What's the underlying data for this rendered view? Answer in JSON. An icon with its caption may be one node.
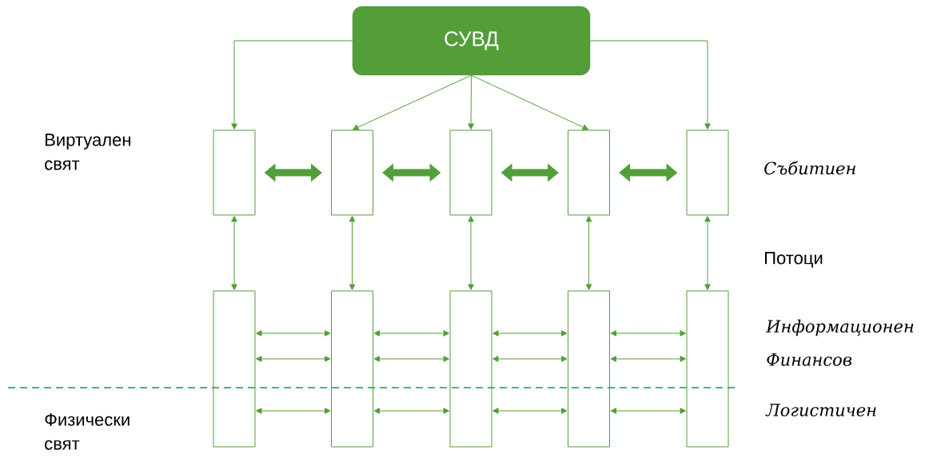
{
  "diagram": {
    "nodes": [
      {
        "text": [
          "СУВД"
        ]
      },
      {
        "text": [],
        "shape": "box"
      },
      {
        "text": [],
        "shape": "box"
      },
      {
        "text": [],
        "shape": "box"
      },
      {
        "text": [],
        "shape": "box"
      },
      {
        "text": [],
        "shape": "box"
      },
      {
        "text": [],
        "shape": "box"
      },
      {
        "text": [],
        "shape": "box"
      },
      {
        "text": [],
        "shape": "box"
      },
      {
        "text": [],
        "shape": "box"
      },
      {
        "text": [],
        "shape": "box"
      }
    ],
    "edges": [
      {
        "from": 0,
        "to": 1,
        "arrow": "to"
      },
      {
        "from": 0,
        "to": 2,
        "arrow": "to"
      },
      {
        "from": 0,
        "to": 3,
        "arrow": "to"
      },
      {
        "from": 0,
        "to": 4,
        "arrow": "to"
      },
      {
        "from": 0,
        "to": 5,
        "arrow": "to"
      },
      {
        "from": 1,
        "to": 2,
        "arrow": "both",
        "style": "thick"
      },
      {
        "from": 2,
        "to": 3,
        "arrow": "both",
        "style": "thick"
      },
      {
        "from": 3,
        "to": 4,
        "arrow": "both",
        "style": "thick"
      },
      {
        "from": 4,
        "to": 5,
        "arrow": "both",
        "style": "thick"
      },
      {
        "from": 1,
        "to": 6,
        "arrow": "both"
      },
      {
        "from": 2,
        "to": 7,
        "arrow": "both"
      },
      {
        "from": 3,
        "to": 8,
        "arrow": "both"
      },
      {
        "from": 4,
        "to": 9,
        "arrow": "both"
      },
      {
        "from": 5,
        "to": 10,
        "arrow": "both"
      },
      {
        "from": 6,
        "to": 7,
        "arrow": "both"
      },
      {
        "from": 6,
        "to": 7,
        "arrow": "both"
      },
      {
        "from": 6,
        "to": 7,
        "arrow": "both"
      },
      {
        "from": 7,
        "to": 8,
        "arrow": "both"
      },
      {
        "from": 7,
        "to": 8,
        "arrow": "both"
      },
      {
        "from": 7,
        "to": 8,
        "arrow": "both"
      },
      {
        "from": 8,
        "to": 9,
        "arrow": "both"
      },
      {
        "from": 8,
        "to": 9,
        "arrow": "both"
      },
      {
        "from": 8,
        "to": 9,
        "arrow": "both"
      },
      {
        "from": 9,
        "to": 10,
        "arrow": "both"
      },
      {
        "from": 9,
        "to": 10,
        "arrow": "both"
      },
      {
        "from": 9,
        "to": 10,
        "arrow": "both"
      }
    ],
    "labels": [
      "Виртуален свят",
      "Събитиен",
      "Потоци",
      "Информационен",
      "Финансов",
      "Логистичен",
      "Физически свят"
    ]
  }
}
